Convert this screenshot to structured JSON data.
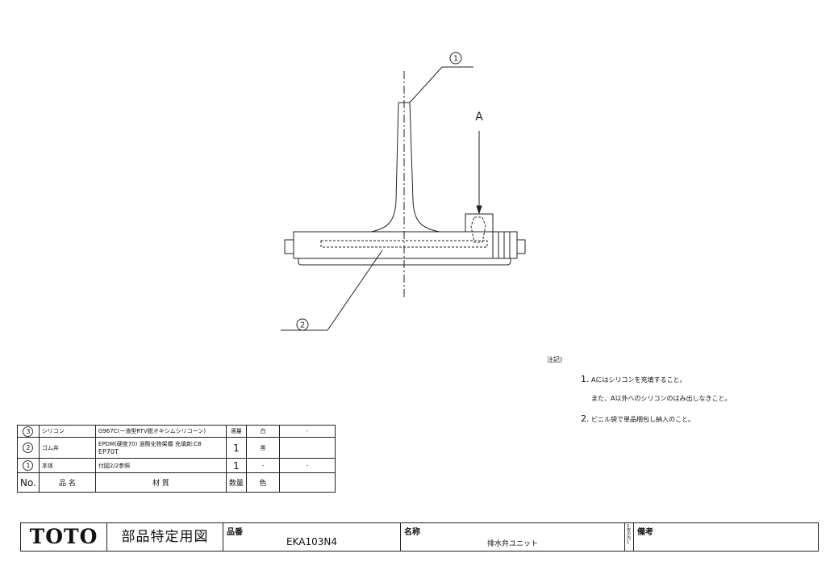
{
  "callouts": {
    "one": "1",
    "two": "2",
    "a": "A"
  },
  "notes": {
    "heading": "注記)",
    "items": [
      {
        "num": "1.",
        "text": "Aにはシリコンを充填すること。"
      },
      {
        "num": "",
        "text": "また、A以外へのシリコンのはみ出しなきこと。"
      },
      {
        "num": "2.",
        "text": "ビニル袋で単品梱包し納入のこと。"
      }
    ]
  },
  "parts_table": {
    "rows": [
      {
        "no": "3",
        "name": "シリコン",
        "material": "G967C(一液型RTV脱オキシムシリコーン)",
        "material2": "",
        "qty": "適量",
        "color": "白",
        "remark": "-"
      },
      {
        "no": "2",
        "name": "ゴム弁",
        "material": "EPDM(硬度70) 過酸化物架橋 充填剤:CB",
        "material2": "EP70T",
        "qty": "1",
        "color": "黒",
        "remark": ""
      },
      {
        "no": "1",
        "name": "本体",
        "material": "付図2/2参照",
        "material2": "",
        "qty": "1",
        "color": "-",
        "remark": "-"
      }
    ],
    "header": {
      "no": "No.",
      "name": "品 名",
      "material": "材  質",
      "qty": "数量",
      "color": "色",
      "remark": ""
    }
  },
  "title_block": {
    "logo": "TOTO",
    "doc_title": "部品特定用図",
    "part_no_label": "品番",
    "part_no": "EKA103N4",
    "name_label": "名称",
    "name": "排水弁ユニット",
    "sheet_label": "2枚の内1",
    "remarks_label": "備考"
  }
}
